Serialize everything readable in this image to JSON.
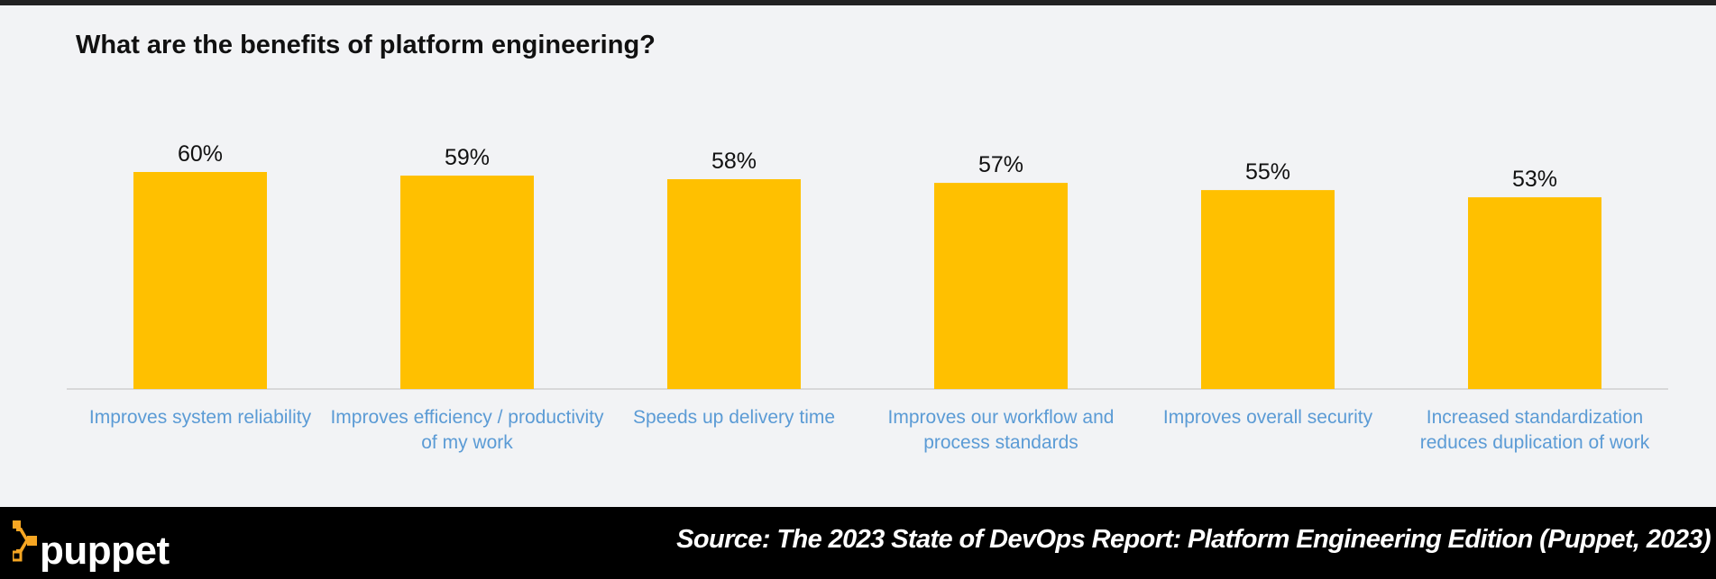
{
  "chart_data": {
    "type": "bar",
    "title": "What are the benefits of platform engineering?",
    "categories": [
      [
        "Improves system reliability"
      ],
      [
        "Improves efficiency / productivity",
        "of my work"
      ],
      [
        "Speeds up delivery time"
      ],
      [
        "Improves our workflow and",
        "process standards"
      ],
      [
        "Improves overall security"
      ],
      [
        "Increased standardization",
        "reduces duplication of work"
      ]
    ],
    "values": [
      60,
      59,
      58,
      57,
      55,
      53
    ],
    "value_labels": [
      "60%",
      "59%",
      "58%",
      "57%",
      "55%",
      "53%"
    ],
    "ylim": [
      0,
      60
    ],
    "grid": false,
    "legend": "none",
    "xlabel": "",
    "ylabel": ""
  },
  "colors": {
    "bar": "#ffc000",
    "category_label": "#5b9bd5",
    "value_label": "#111111",
    "axis_line": "#d0d0d0",
    "footer_bg": "#000000",
    "logo_accent": "#f6a623"
  },
  "footer": {
    "brand": "puppet",
    "source": "Source: The 2023 State of DevOps Report: Platform Engineering Edition (Puppet, 2023)"
  }
}
